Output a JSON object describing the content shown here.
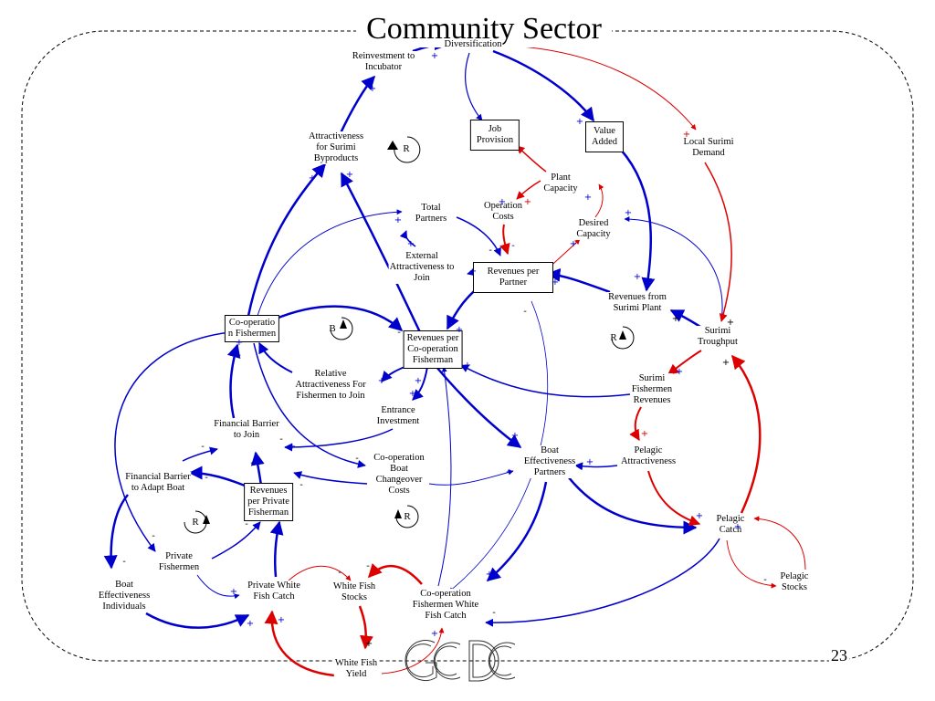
{
  "title": "Community Sector",
  "page_number": "23",
  "colors": {
    "positive_link": "#0000cc",
    "reinforcing_link": "#dd0000",
    "frame": "#000000"
  },
  "logo": {
    "text": "GCDC"
  },
  "nodes": {
    "diversification": "Diversification",
    "reinvestment": "Reinvestment to\nIncubator",
    "attractiveness_byproducts": "Attractiveness\nfor Surimi\nByproducts",
    "job_provision": "Job\nProvision",
    "value_added": "Value\nAdded",
    "local_surimi_demand": "Local Surimi\nDemand",
    "plant_capacity": "Plant\nCapacity",
    "operation_costs": "Operation\nCosts",
    "desired_capacity": "Desired\nCapacity",
    "total_partners": "Total\nPartners",
    "external_attractiveness": "External\nAttractiveness to\nJoin",
    "revenues_per_partner": "Revenues per\nPartner",
    "revenues_surimi_plant": "Revenues from\nSurimi Plant",
    "surimi_troughput": "Surimi\nTroughput",
    "cooperation_fishermen": "Co-operatio\nn Fishermen",
    "revenues_per_coop_fisherman": "Revenues per\nCo-operation\nFisherman",
    "relative_attractiveness": "Relative\nAttractiveness For\nFishermen to Join",
    "entrance_investment": "Entrance\nInvestment",
    "surimi_fishermen_revenues": "Surimi\nFishermen\nRevenues",
    "financial_barrier_join": "Financial Barrier\nto Join",
    "financial_barrier_adapt": "Financial Barrier\nto Adapt Boat",
    "coop_boat_changeover": "Co-operation\nBoat\nChangeover\nCosts",
    "boat_effectiveness_partners": "Boat\nEffectiveness\nPartners",
    "pelagic_attractiveness": "Pelagic\nAttractiveness",
    "revenues_private_fisherman": "Revenues\nper Private\nFisherman",
    "private_fishermen": "Private\nFishermen",
    "pelagic_catch": "Pelagic\nCatch",
    "pelagic_stocks": "Pelagic\nStocks",
    "boat_effectiveness_individuals": "Boat\nEffectiveness\nIndividuals",
    "private_white_fish_catch": "Private White\nFish Catch",
    "white_fish_stocks": "White Fish\nStocks",
    "coop_white_fish_catch": "Co-operation\nFishermen White\nFish Catch",
    "white_fish_yield": "White Fish\nYield"
  },
  "loops": {
    "r1": "R",
    "b1": "B",
    "r2": "R",
    "r3": "R",
    "r4": "R"
  },
  "signs": {
    "plus": "+",
    "minus": "-"
  }
}
